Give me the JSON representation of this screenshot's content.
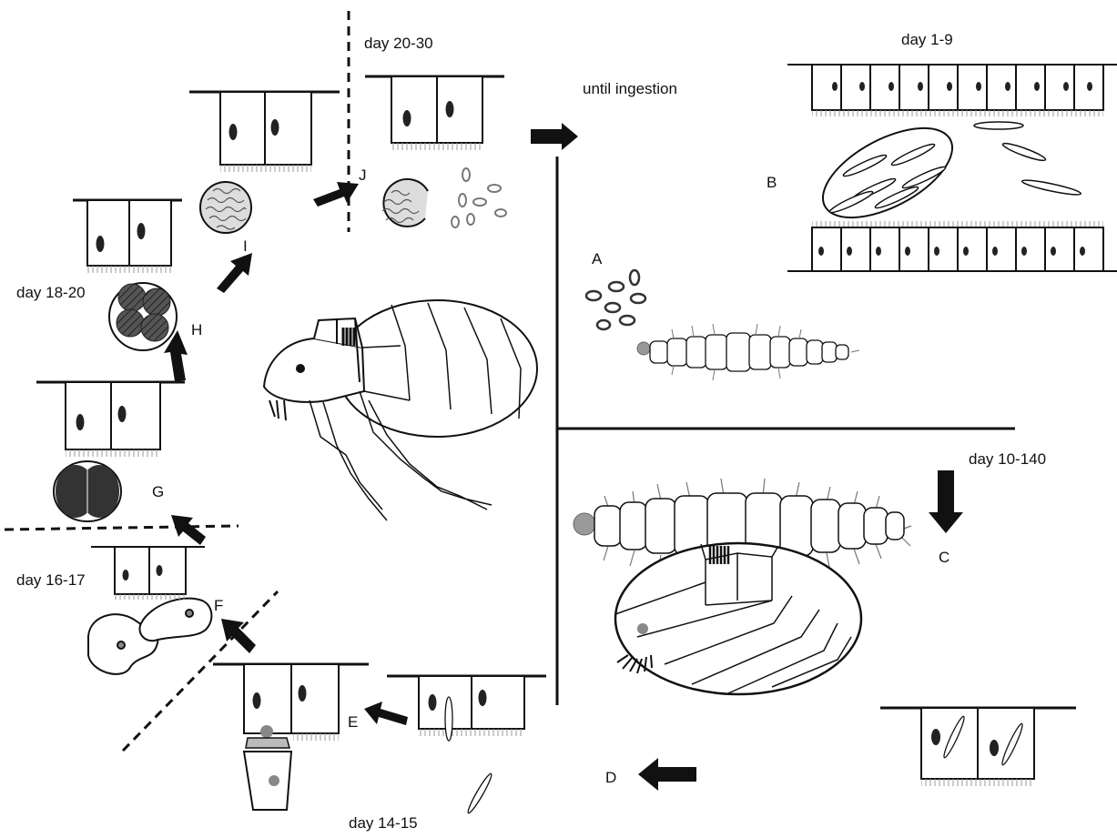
{
  "labels": {
    "days": {
      "d1_9": "day 1-9",
      "d10_140": "day 10-140",
      "d14_15": "day 14-15",
      "d16_17": "day 16-17",
      "d18_20": "day 18-20",
      "d20_30": "day 20-30"
    },
    "until_ingestion": "until ingestion"
  },
  "stages": {
    "A": "A",
    "B": "B",
    "C": "C",
    "D": "D",
    "E": "E",
    "F": "F",
    "G": "G",
    "H": "H",
    "I": "I",
    "J": "J"
  },
  "colors": {
    "ink": "#111111",
    "nucleus": "#333333",
    "grey_cell": "#8c8c8c",
    "cilia": "#9a9a9a",
    "sporocyst": "#3a3a3a"
  },
  "icons": {
    "flea": "adult-flea-drawing",
    "larva": "flea-larva-drawing",
    "pupa": "flea-pupa-drawing",
    "arrow": "black-block-arrow"
  }
}
